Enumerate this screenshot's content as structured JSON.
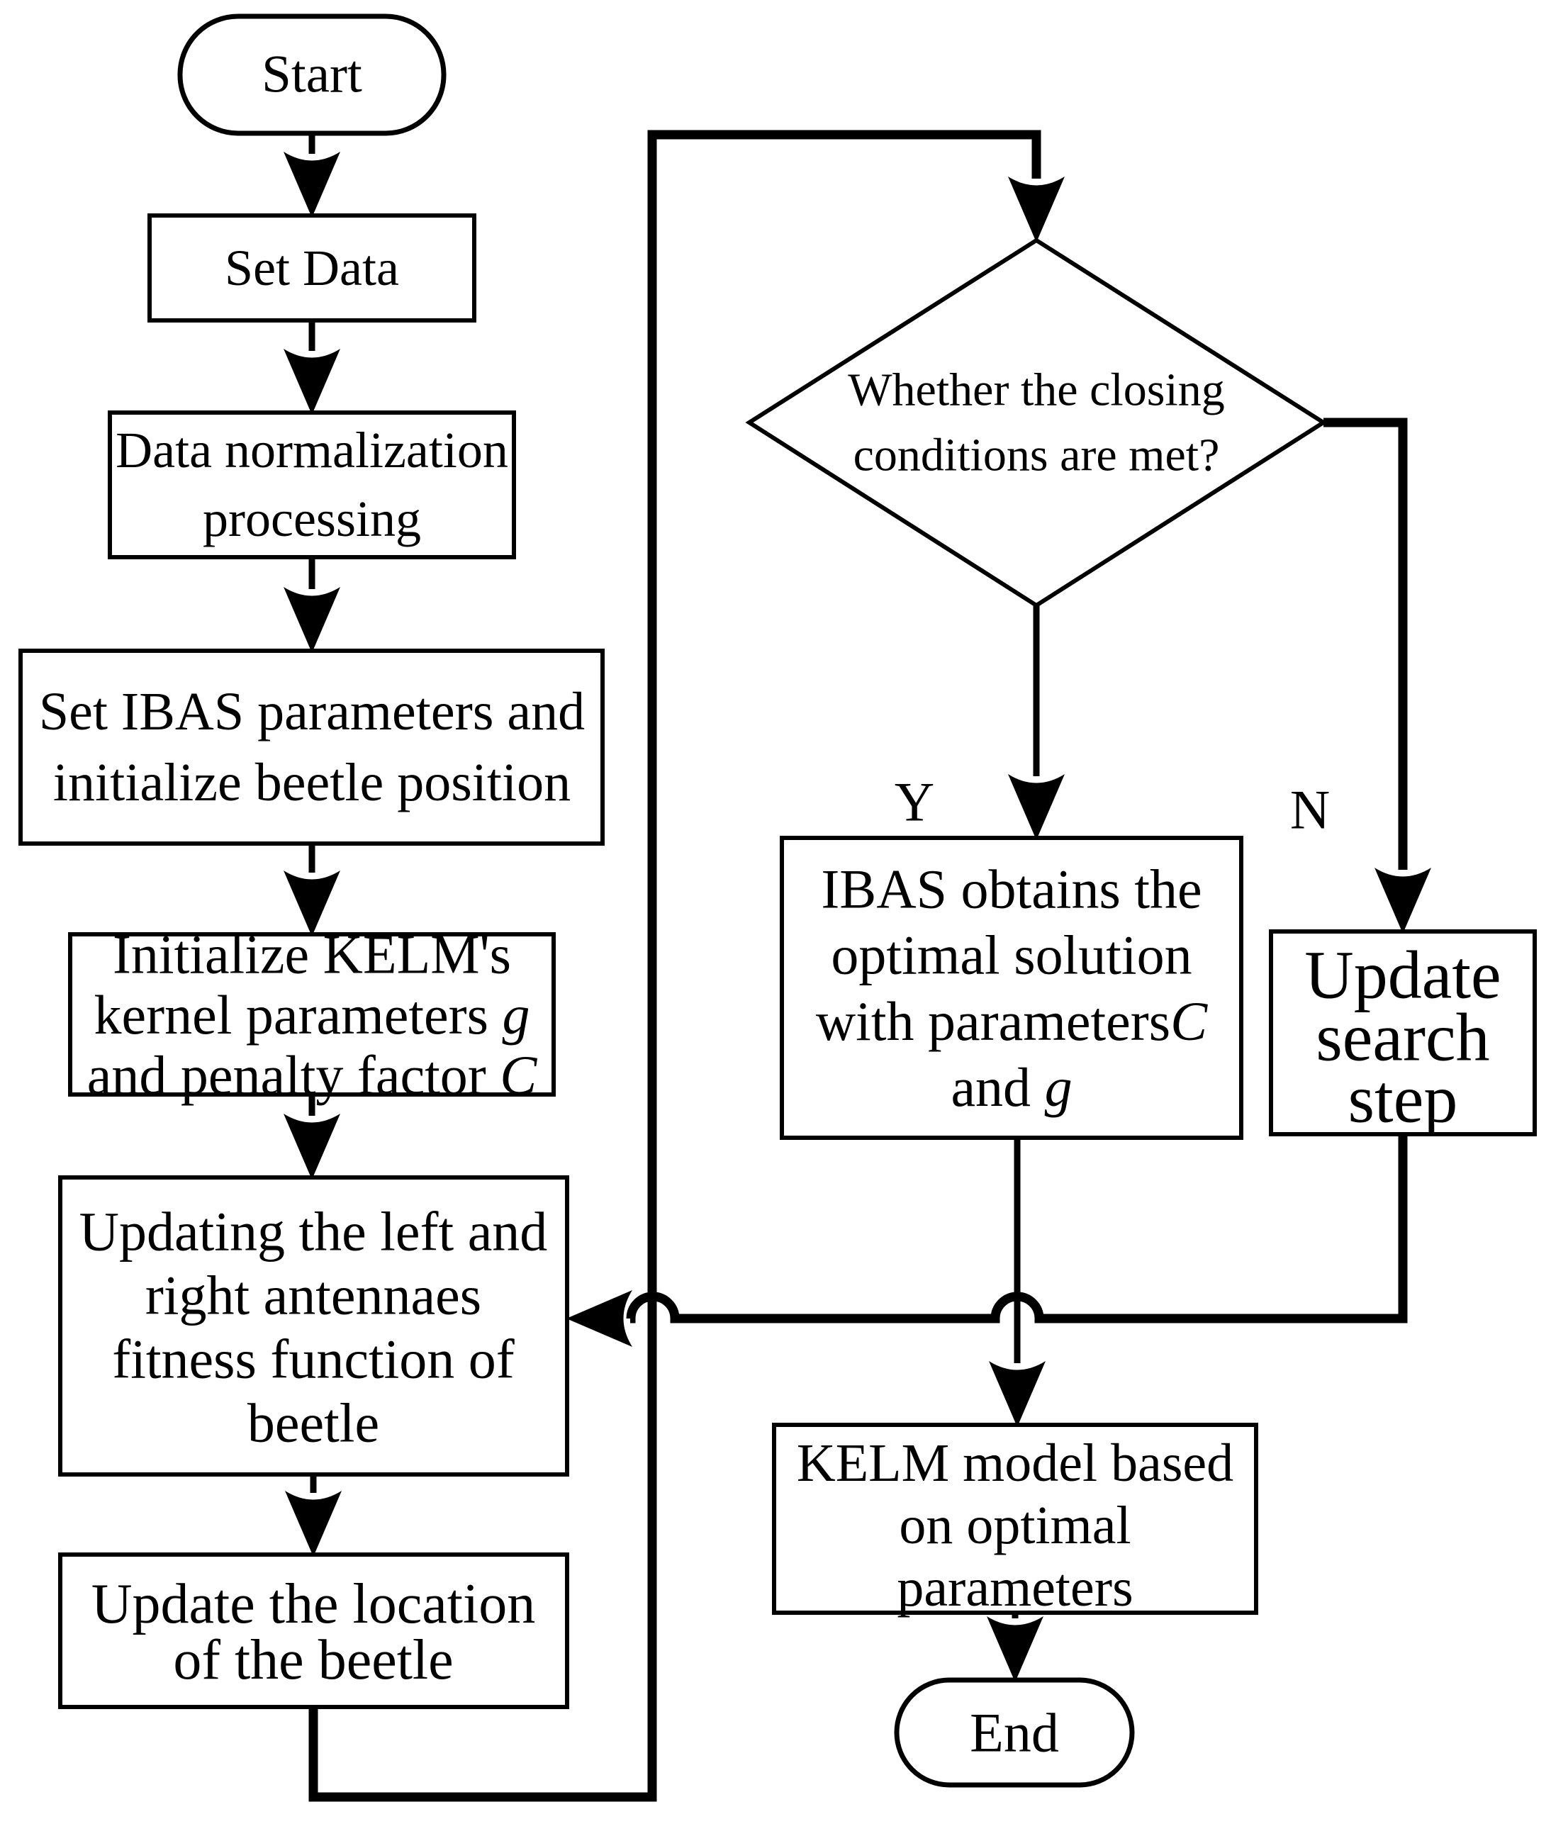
{
  "nodes": {
    "start": {
      "label": "Start"
    },
    "set_data": {
      "label": "Set Data"
    },
    "data_normalization": {
      "line1": "Data normalization",
      "line2": "processing"
    },
    "set_ibas": {
      "line1": "Set IBAS parameters and",
      "line2": "initialize beetle position"
    },
    "init_kelm": {
      "line1": "Initialize KELM's",
      "line2": {
        "text": "kernel parameters ",
        "var": "g"
      },
      "line3": {
        "text": "and penalty factor ",
        "var": "C"
      }
    },
    "updating_antennae": {
      "line1": "Updating the left and",
      "line2": "right antennaes",
      "line3": "fitness function of",
      "line4": "beetle"
    },
    "update_location": {
      "line1": "Update the location",
      "line2": "of the beetle"
    },
    "decision": {
      "line1": "Whether the closing",
      "line2": "conditions are met?"
    },
    "ibas_optimal": {
      "line1": "IBAS obtains the",
      "line2": "optimal solution",
      "line3": {
        "text": "with parameters",
        "var": "C"
      },
      "line4": {
        "text": "and ",
        "var": "g"
      }
    },
    "update_step": {
      "line1": "Update",
      "line2": "search",
      "line3": "step"
    },
    "kelm_model": {
      "line1": "KELM model based",
      "line2": "on optimal",
      "line3": "parameters"
    },
    "end": {
      "label": "End"
    }
  },
  "branch_labels": {
    "yes": "Y",
    "no": "N"
  },
  "colors": {
    "stroke": "#000000",
    "background": "#ffffff"
  }
}
